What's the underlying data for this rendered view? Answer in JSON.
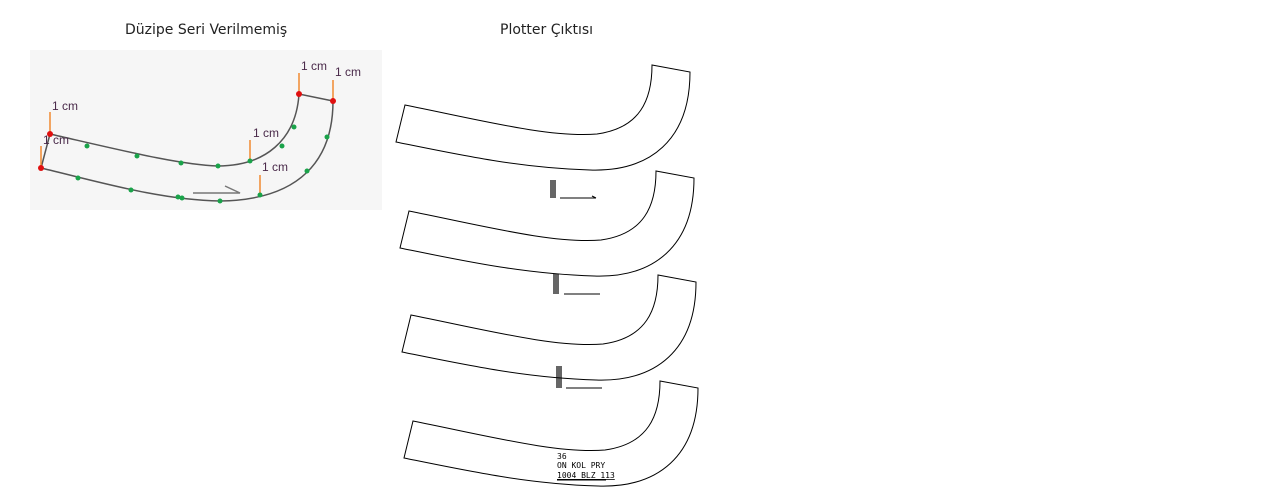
{
  "left_panel": {
    "title": "Düzipe Seri Verilmemiş",
    "measure_label": "1 cm"
  },
  "right_panel": {
    "title": "Plotter Çıktısı",
    "last_piece_labels": [
      "36",
      "ON KOL PRY",
      "1004 BLZ  113"
    ]
  },
  "colors": {
    "corner": "#e01010",
    "node": "#1aa34a",
    "marker": "#f08a30",
    "outline": "#555555"
  }
}
